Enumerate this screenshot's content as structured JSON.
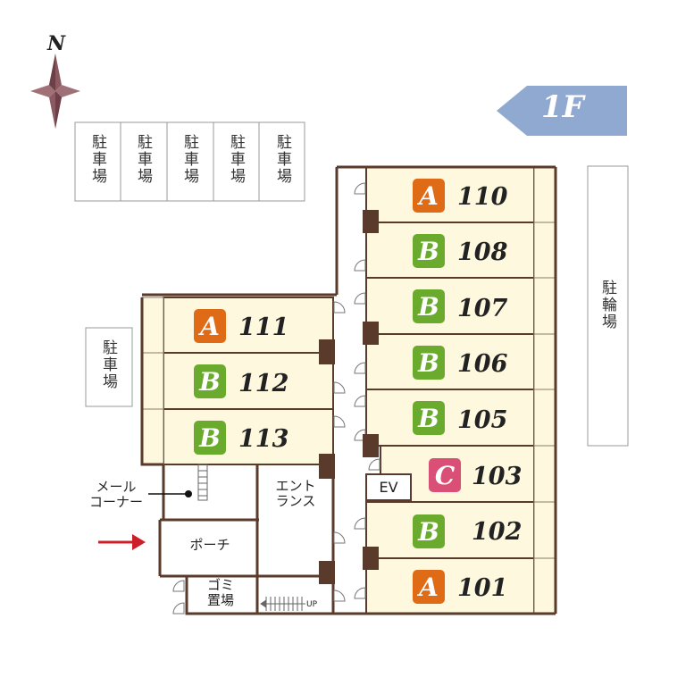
{
  "compass": {
    "north_label": "N"
  },
  "floor": {
    "label": "1F"
  },
  "labels": {
    "parking": "駐車場",
    "bicycle_parking": "駐輪場",
    "mail_corner": "メール\nコーナー",
    "entrance": "エント\nランス",
    "porch": "ポーチ",
    "garbage": "ゴミ\n置場",
    "elevator": "EV",
    "stairs_up": "UP"
  },
  "colors": {
    "A": "#e06b16",
    "B": "#6aab2e",
    "C": "#d94f75",
    "wall": "#5a3a2a",
    "room_fill": "#fdf8de",
    "arrow_floor": "#8fa9d1",
    "entry_arrow": "#cc1f2a"
  },
  "units": [
    {
      "type": "A",
      "number": "110"
    },
    {
      "type": "B",
      "number": "108"
    },
    {
      "type": "B",
      "number": "107"
    },
    {
      "type": "B",
      "number": "106"
    },
    {
      "type": "B",
      "number": "105"
    },
    {
      "type": "C",
      "number": "103"
    },
    {
      "type": "B",
      "number": "102"
    },
    {
      "type": "A",
      "number": "101"
    },
    {
      "type": "A",
      "number": "111"
    },
    {
      "type": "B",
      "number": "112"
    },
    {
      "type": "B",
      "number": "113"
    }
  ]
}
